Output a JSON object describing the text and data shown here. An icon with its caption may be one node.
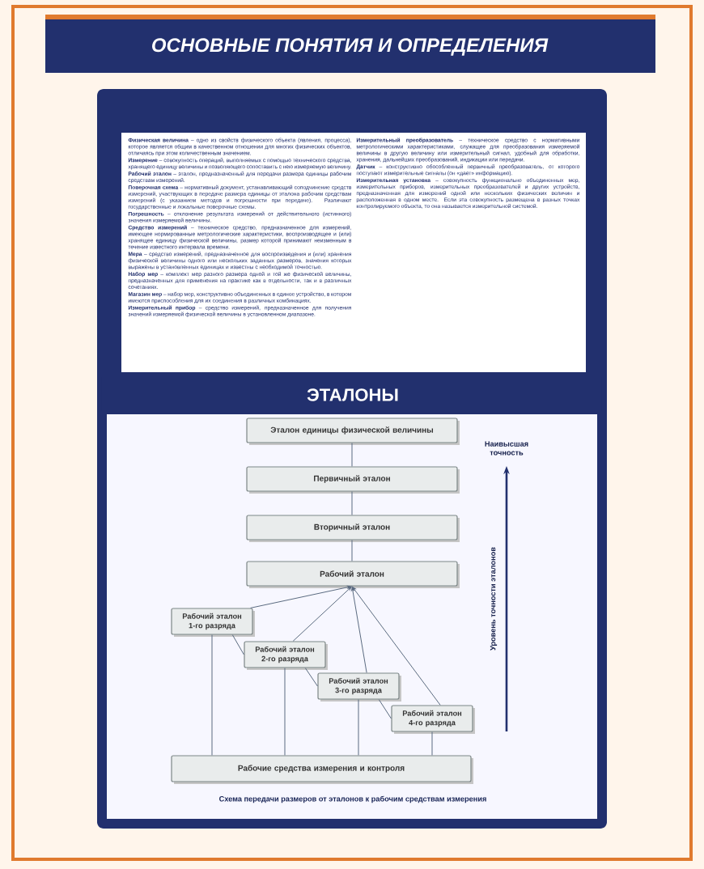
{
  "diagram": {
    "title": "ОСНОВНЫЕ ПОНЯТИЯ И ОПРЕДЕЛЕНИЯ",
    "caption": "Схема передачи размеров от эталонов к рабочим средствам измерения",
    "nodes": [
      {
        "text": [
          "Эталон единицы физической величины"
        ]
      },
      {
        "text": [
          "Первичный эталон"
        ]
      },
      {
        "text": [
          "Вторичный эталон"
        ]
      },
      {
        "text": [
          "Рабочий эталон"
        ]
      },
      {
        "text": [
          "Рабочий эталон 1-го разряда"
        ]
      },
      {
        "text": [
          "Рабочий эталон 2-го разряда"
        ]
      },
      {
        "text": [
          "Рабочий эталон 3-го разряда"
        ]
      },
      {
        "text": [
          "Рабочий эталон 4-го разряда"
        ]
      },
      {
        "text": [
          "Рабочие средства измерения и контроля"
        ]
      }
    ],
    "edges": [
      {
        "from": 0,
        "to": 1,
        "arrow": "none"
      },
      {
        "from": 1,
        "to": 2,
        "arrow": "none"
      },
      {
        "from": 2,
        "to": 3,
        "arrow": "none"
      },
      {
        "from": 4,
        "to": 3,
        "arrow": "to"
      },
      {
        "from": 5,
        "to": 3,
        "arrow": "to"
      },
      {
        "from": 6,
        "to": 3,
        "arrow": "to"
      },
      {
        "from": 7,
        "to": 3,
        "arrow": "to"
      },
      {
        "from": 4,
        "to": 5,
        "arrow": "none"
      },
      {
        "from": 5,
        "to": 6,
        "arrow": "none"
      },
      {
        "from": 6,
        "to": 7,
        "arrow": "none"
      },
      {
        "from": 4,
        "to": 8,
        "arrow": "none"
      },
      {
        "from": 5,
        "to": 8,
        "arrow": "none"
      },
      {
        "from": 6,
        "to": 8,
        "arrow": "none"
      },
      {
        "from": 7,
        "to": 8,
        "arrow": "none"
      }
    ],
    "labels": [
      "**Физическая величина** – одно из свойств физического объекта (явления, процесса), которое является общим в качественном отношении для многих физических объектов, отличаясь при этом количественным значением.",
      "**Измерение** – совокупность операций, выполняемых с помощью технического средства, хранящего единицу величины и позволяющего сопоставить с нею измеряемую величину.",
      "**Рабочий эталон** – эталон, предназначенный для передачи размера единицы рабочим средствам измерений.",
      "**Поверочная схема** – нормативный документ, устанавливающий соподчинение средств измерений, участвующих в передаче размера единицы от эталона рабочим средствам измерений (с указанием методов и погрешности при передаче). Различают государственные и локальные поверочные схемы.",
      "**Погрешность** – отклонение результата измерений от действительного (истинного) значения измеряемой величины.",
      "**Средство измерений** – техническое средство, предназначенное для измерений, имеющее нормированные метрологические характеристики, воспроизводящее и (или) хранящее единицу физической величины, размер которой принимают неизменным в течение известного интервала времени.",
      "**Мера** – средство измерений, предназначенное для воспроизведения и (или) хранения физической величины одного или нескольких заданных размеров, значения которых выражены в установленных единицах и известны с необходимой точностью.",
      "**Набор мер** – комплект мер разного размера одной и той же физической величины, предназначенных для применения на практике как в отдельности, так и в различных сочетаниях.",
      "**Магазин мер** – набор мер, конструктивно объединенных в единое устройство, в котором имеются приспособления для их соединения в различных комбинациях.",
      "**Измерительный прибор** – средство измерений, предназначенное для получения значений измеряемой физической величины в установленном диапазоне.",
      "**Измерительный преобразователь** – техническое средство с нормативными метрологическими характеристиками, служащее для преобразования измеряемой величины в другую величину или измерительный сигнал, удобный для обработки, хранения, дальнейших преобразований, индикации или передачи.",
      "**Датчик** – конструктивно обособленный первичный преобразователь, от которого поступают измерительные сигналы (он «дает» информацию).",
      "**Измерительная установка** – совокупность функционально объединенных мер, измерительных приборов, измерительных преобразователей и других устройств, предназначенная для измерений одной или нескольких физических величин и расположенная в одном месте. Если эта совокупность размещена в разных точках контролируемого объекта, то она называется измерительной системой.",
      "ЭТАЛОНЫ",
      "Наивысшая точность",
      "Уровень точности эталонов"
    ]
  }
}
